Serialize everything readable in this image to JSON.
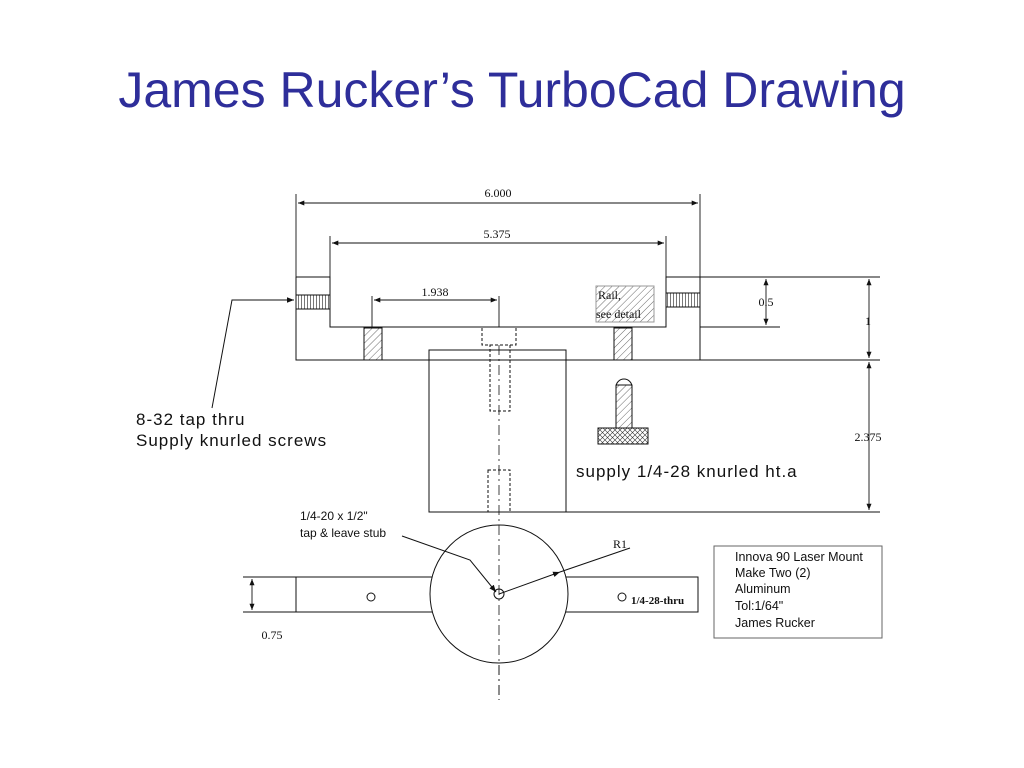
{
  "slide": {
    "title": "James Rucker’s TurboCad Drawing"
  },
  "dimensions": {
    "overall_width": "6.000",
    "inner_width": "5.375",
    "offset": "1.938",
    "block_height": "0.5",
    "total_height": "1",
    "post_height": "2.375",
    "radius": "R1",
    "bar_height": "0.75"
  },
  "notes": {
    "rail": [
      "Rail,",
      "see detail"
    ],
    "tap_thru": [
      "8-32 tap thru",
      "Supply knurled screws"
    ],
    "knurled_supply": "supply 1/4-28 knurled ht.a",
    "stub": [
      "1/4-20 x 1/2\"",
      "tap & leave stub"
    ],
    "hole_thru": "1/4-28-thru"
  },
  "title_block": {
    "lines": [
      "Innova 90 Laser Mount",
      "Make Two (2)",
      "Aluminum",
      "Tol:1/64\"",
      "James Rucker"
    ]
  },
  "colors": {
    "title": "#2e2e9a",
    "line": "#111111"
  }
}
